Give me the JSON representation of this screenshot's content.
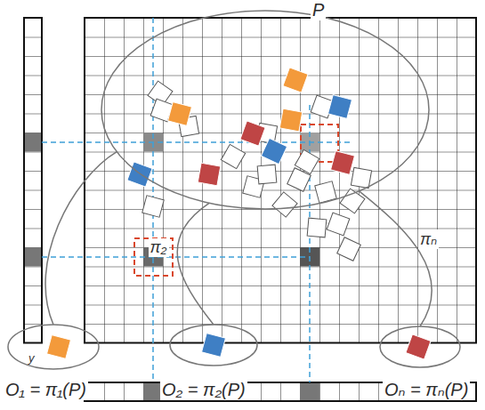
{
  "diagram": {
    "nodes": [
      {
        "text": [
          "P"
        ]
      },
      {
        "text": [
          "O₁ = π₁(P)"
        ]
      },
      {
        "text": [
          "O₂ = π₂(P)"
        ]
      },
      {
        "text": [
          "Oₙ = πₙ(P)"
        ]
      }
    ],
    "edges": [
      {
        "from": 0,
        "to": 1,
        "arrow": "none"
      },
      {
        "from": 0,
        "to": 2,
        "label": "π₂",
        "arrow": "none"
      },
      {
        "from": 0,
        "to": 3,
        "label": "πₙ",
        "arrow": "none"
      }
    ],
    "labels": [
      "y"
    ]
  }
}
